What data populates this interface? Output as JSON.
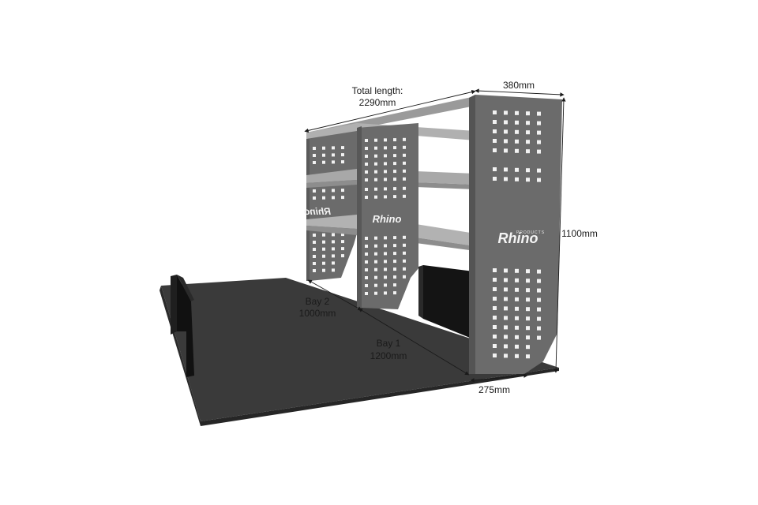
{
  "diagram": {
    "labels": {
      "total_length_line1": "Total length:",
      "total_length_line2": "2290mm",
      "depth_top": "380mm",
      "height": "1100mm",
      "bay2_name": "Bay 2",
      "bay2_length": "1000mm",
      "bay1_name": "Bay 1",
      "bay1_length": "1200mm",
      "depth_bottom": "275mm"
    },
    "logo": {
      "text": "Rhino",
      "tagline": "PRODUCTS"
    },
    "colors": {
      "floor": "#3a3a3a",
      "floor_edge": "#262626",
      "panel": "#6b6b6b",
      "panel_dark": "#5a5a5a",
      "shelf": "#a8a8a8",
      "holes": "#f2f2f2",
      "dimension_line": "#1a1a1a"
    }
  }
}
